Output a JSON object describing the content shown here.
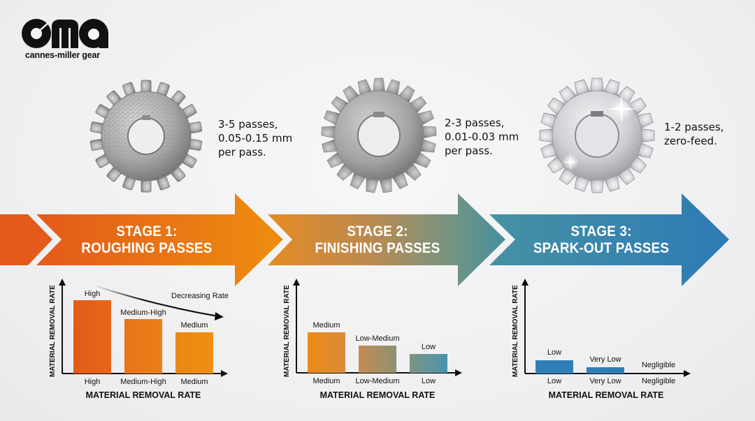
{
  "brand": {
    "logo_mark": "cmg",
    "name": "cannes-miller gear"
  },
  "stages": [
    {
      "title_line1": "STAGE 1:",
      "title_line2": "ROUGHING PASSES",
      "note": "3-5 passes,\n0.05-0.15 mm\nper pass.",
      "gear_finish": "rough"
    },
    {
      "title_line1": "STAGE 2:",
      "title_line2": "FINISHING PASSES",
      "note": "2-3 passes,\n0.01-0.03 mm\nper pass.",
      "gear_finish": "smooth"
    },
    {
      "title_line1": "STAGE 3:",
      "title_line2": "SPARK-OUT PASSES",
      "note": "1-2 passes,\nzero-feed.",
      "gear_finish": "polished"
    }
  ],
  "colors": {
    "stage1_start": "#e35a1a",
    "stage1_end": "#ed8a10",
    "stage2_start": "#e08a28",
    "stage2_end": "#3f8fa6",
    "stage3_start": "#3f8fa6",
    "stage3_end": "#2f7bb5"
  },
  "chart_data": [
    {
      "type": "bar",
      "title": "",
      "ylabel": "MATERIAL REMOVAL RATE",
      "xlabel": "MATERIAL REMOVAL RATE",
      "categories": [
        "High",
        "Medium-High",
        "Medium"
      ],
      "values": [
        100,
        77,
        59
      ],
      "bar_labels": [
        "High",
        "Medium-High",
        "Medium"
      ],
      "annotation": "Decreasing Rate",
      "ylim": [
        0,
        130
      ]
    },
    {
      "type": "bar",
      "title": "",
      "ylabel": "MATERIAL REMOVAL RATE",
      "xlabel": "MATERIAL REMOVAL RATE",
      "categories": [
        "Medium",
        "Low-Medium",
        "Low"
      ],
      "values": [
        59,
        39,
        27
      ],
      "bar_labels": [
        "Medium",
        "Low-Medium",
        "Low"
      ],
      "ylim": [
        0,
        130
      ]
    },
    {
      "type": "bar",
      "title": "",
      "ylabel": "MATERIAL REMOVAL RATE",
      "xlabel": "MATERIAL REMOVAL RATE",
      "categories": [
        "Low",
        "Very Low",
        "Negligible"
      ],
      "values": [
        19,
        9,
        0
      ],
      "bar_labels": [
        "Low",
        "Very Low",
        "Negligible"
      ],
      "ylim": [
        0,
        130
      ]
    }
  ]
}
